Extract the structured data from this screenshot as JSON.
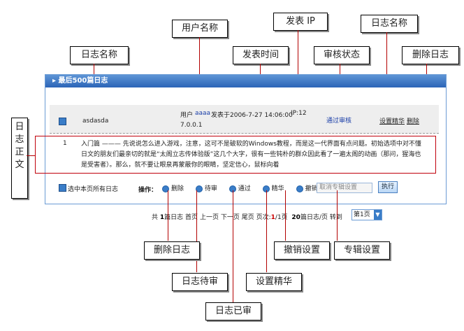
{
  "panel": {
    "title": "最后500篇日志"
  },
  "callouts": {
    "log_name_left": "日志名称",
    "user_name": "用户名称",
    "post_time": "发表时间",
    "post_ip": "发表 IP",
    "review_status": "审核状态",
    "log_name_right": "日志名称",
    "delete_log_top": "删除日志",
    "log_body": "日志正文",
    "delete_log": "删除日志",
    "log_pending": "日志待审",
    "log_approved": "日志已审",
    "set_featured": "设置精华",
    "revoke_setting": "撤销设置",
    "album_setting": "专辑设置"
  },
  "log_row": {
    "title": "asdasda",
    "user_prefix": "用户",
    "user_name": "aaaa",
    "posted_prefix": "发表于2006-7-27 14:06:00",
    "ip_label": "IP:12",
    "ip_rest": "7.0.0.1",
    "status": "通过审核",
    "set_featured": "设置精华",
    "delete": "删除"
  },
  "log_body": {
    "index": "1",
    "text": "入门篇 ——— 先说说怎么进入游戏，注意，这可不是破软的Windows教程，而是这一代界面有点问题。初始选项中对不懂日文的朋友们最亲切的就是“太阁立志传体验版”这几个大字，很有一些钝朴的群众因此看了一遍太阁的动画（那问，猩海也是受害者）。那么，就不要让眼泉再蒙蔽你的眼睛，坚定信心，鼠标向着"
  },
  "toolbar": {
    "select_all": "选中本页所有日志",
    "ops_label": "操作：",
    "op_delete": "删除",
    "op_pending": "待审",
    "op_approve": "通过",
    "op_featured": "精华",
    "op_revoke": "撤销",
    "album_placeholder": "取消专辑设置",
    "exec": "执行"
  },
  "pager": {
    "total_prefix": "共",
    "total_count": "1",
    "total_suffix": "篇日志",
    "first": "首页",
    "prev": "上一页",
    "next": "下一页",
    "last": "尾页",
    "page_label": "页次:",
    "page_current": "1",
    "page_total": "/1页",
    "per_page_count": "20",
    "per_page_suffix": "篇日志/页",
    "goto": "转到",
    "page_select": "第1页"
  }
}
